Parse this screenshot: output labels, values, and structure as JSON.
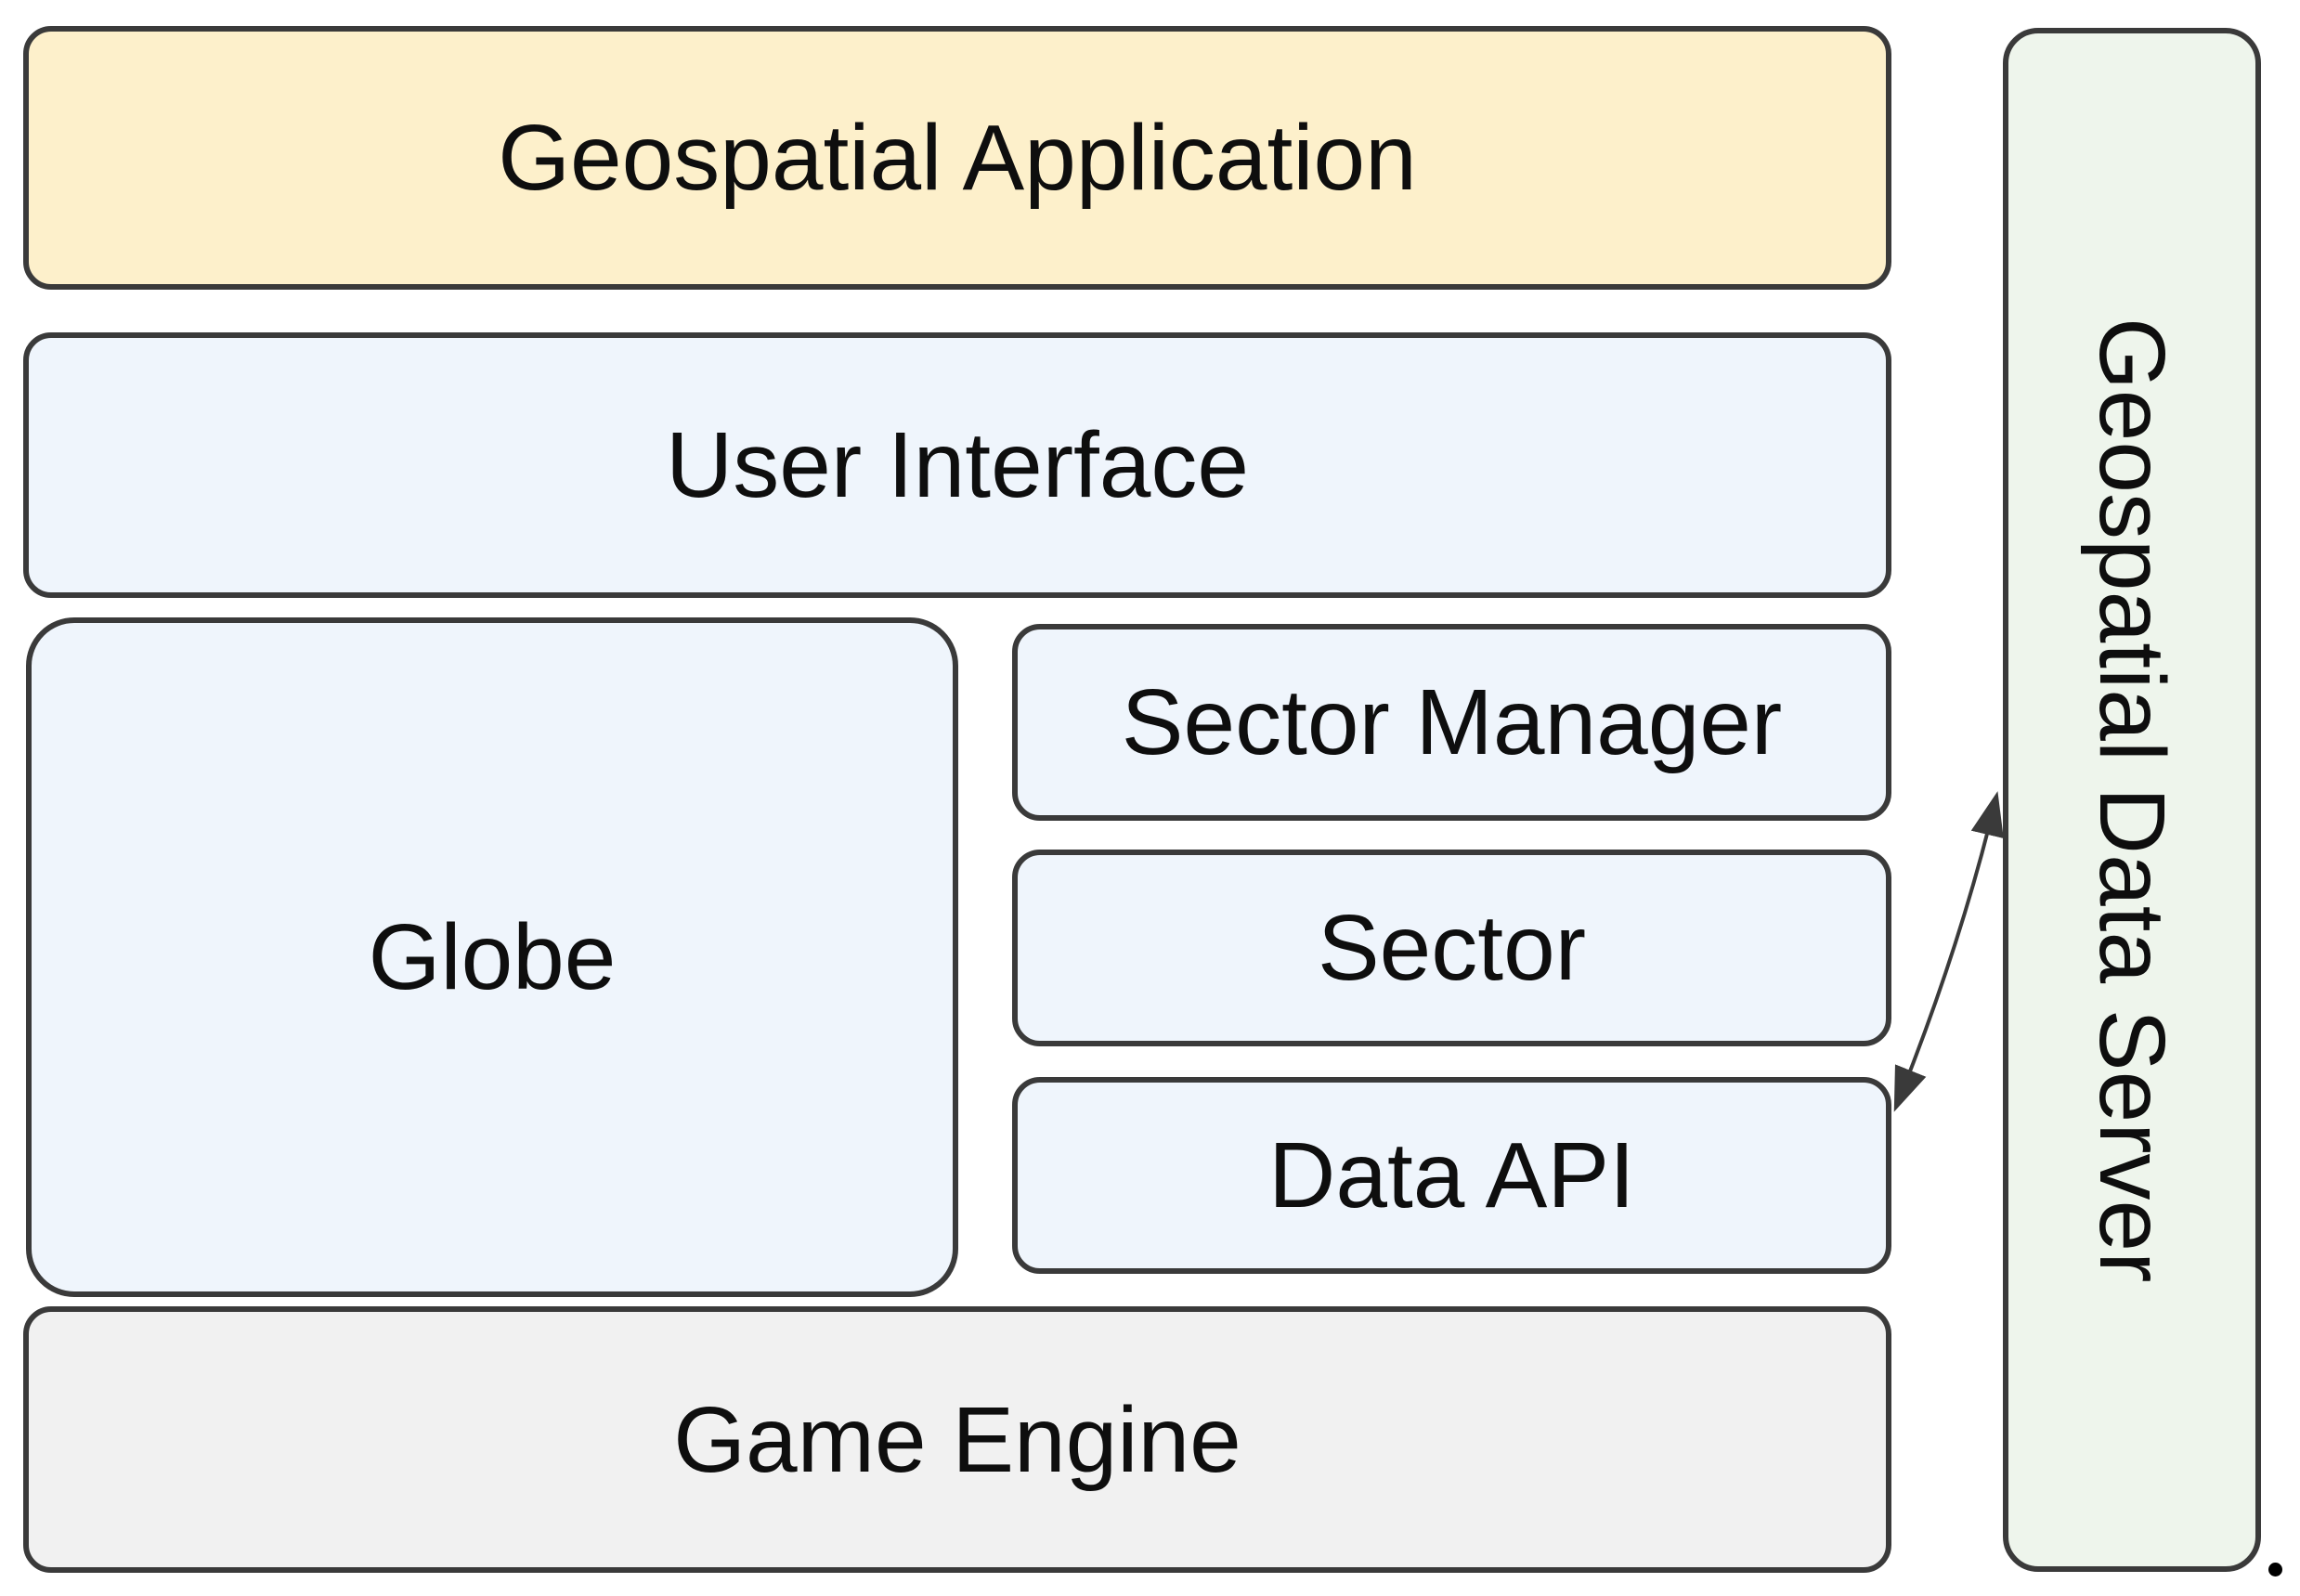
{
  "diagram": {
    "nodes": {
      "geospatial_application": {
        "label": "Geospatial Application",
        "fill": "application"
      },
      "user_interface": {
        "label": "User Interface",
        "fill": "component"
      },
      "globe": {
        "label": "Globe",
        "fill": "component"
      },
      "sector_manager": {
        "label": "Sector Manager",
        "fill": "component"
      },
      "sector": {
        "label": "Sector",
        "fill": "component"
      },
      "data_api": {
        "label": "Data API",
        "fill": "component"
      },
      "game_engine": {
        "label": "Game Engine",
        "fill": "engine"
      },
      "geospatial_data_server": {
        "label": "Geospatial Data Server",
        "fill": "server",
        "text_orientation": "vertical"
      }
    },
    "connectors": [
      {
        "from": "data_api",
        "to": "geospatial_data_server",
        "style": "curved",
        "arrowheads": "both"
      }
    ],
    "caption_period": "."
  },
  "colors": {
    "application_fill": "#fdf0cb",
    "component_fill": "#eff5fc",
    "engine_fill": "#f1f1f1",
    "server_fill": "#eef5ec",
    "border": "#3a3a3a",
    "text": "#0e0e0e",
    "connector": "#3a3a3a"
  }
}
